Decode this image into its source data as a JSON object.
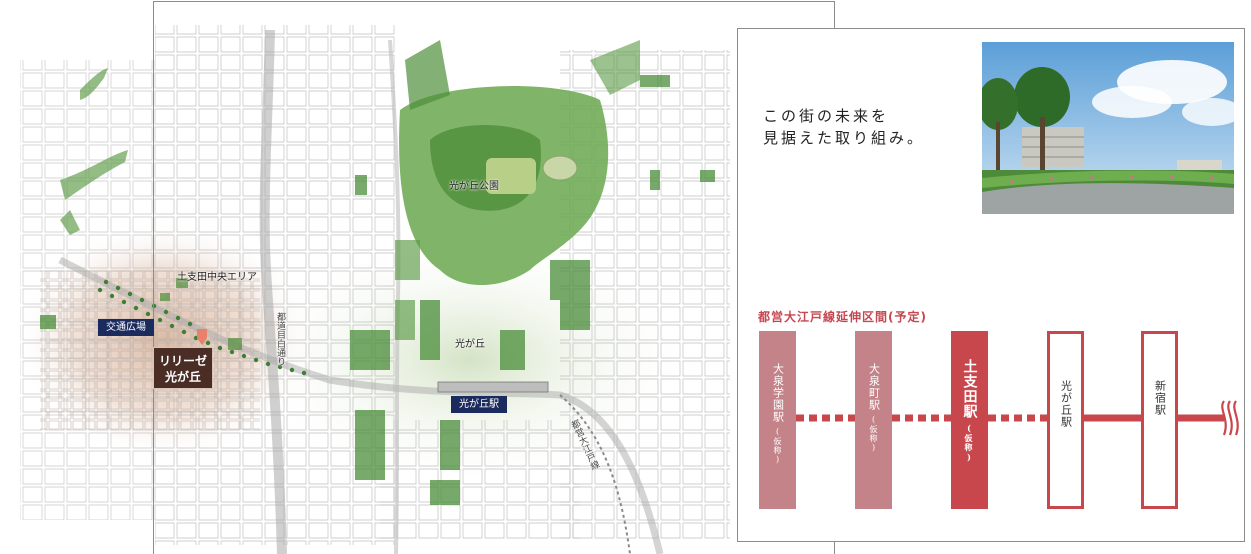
{
  "map": {
    "labels": {
      "park": "光が丘公園",
      "hikarigaoka": "光が丘",
      "tsuchiota_area": "土支田中央エリア",
      "road_vertical": "都道目白通り",
      "line_oedo": "都営大江戸線"
    },
    "tags": {
      "kotsu_hiroba": "交通広場",
      "hikarigaoka_station": "光が丘駅"
    },
    "property": {
      "line1": "リリーゼ",
      "line2": "光が丘"
    },
    "colors": {
      "park_green": "#3f8f3c",
      "navy": "#1c2b5e",
      "property_brown": "#4a2d25"
    }
  },
  "panel": {
    "headline_line1": "この街の未来を",
    "headline_line2": "見据えた取り組み。",
    "route_title": "都営大江戸線延伸区間(予定)",
    "stations": [
      {
        "name": "大泉学園駅",
        "note": "(仮称)",
        "status": "planned"
      },
      {
        "name": "大泉町駅",
        "note": "(仮称)",
        "status": "planned"
      },
      {
        "name": "土支田駅",
        "note": "(仮称)",
        "status": "highlight"
      },
      {
        "name": "光が丘駅",
        "note": "",
        "status": "existing"
      },
      {
        "name": "新宿駅",
        "note": "",
        "status": "existing"
      }
    ],
    "colors": {
      "accent": "#c8474d",
      "planned": "#c38389"
    }
  }
}
